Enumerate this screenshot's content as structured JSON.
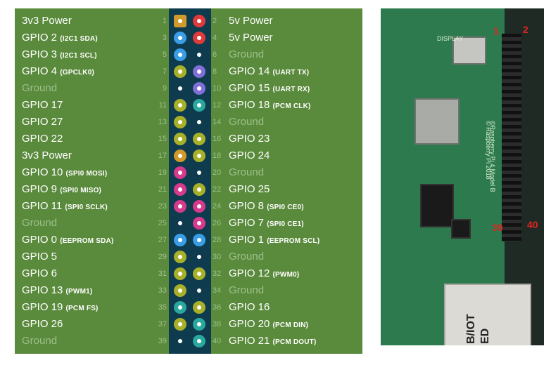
{
  "pins": [
    {
      "left": {
        "num": "1",
        "label": "3v3 Power",
        "sub": "",
        "dim": false,
        "color": "#d09a2a",
        "square": true
      },
      "right": {
        "num": "2",
        "label": "5v Power",
        "sub": "",
        "dim": false,
        "color": "#e03a3a"
      }
    },
    {
      "left": {
        "num": "3",
        "label": "GPIO 2",
        "sub": "(I2C1 SDA)",
        "dim": false,
        "color": "#3a9ee6"
      },
      "right": {
        "num": "4",
        "label": "5v Power",
        "sub": "",
        "dim": false,
        "color": "#e03a3a"
      }
    },
    {
      "left": {
        "num": "5",
        "label": "GPIO 3",
        "sub": "(I2C1 SCL)",
        "dim": false,
        "color": "#3a9ee6"
      },
      "right": {
        "num": "6",
        "label": "Ground",
        "sub": "",
        "dim": true,
        "color": "gnd"
      }
    },
    {
      "left": {
        "num": "7",
        "label": "GPIO 4",
        "sub": "(GPCLK0)",
        "dim": false,
        "color": "#a8b02a"
      },
      "right": {
        "num": "8",
        "label": "GPIO 14",
        "sub": "(UART TX)",
        "dim": false,
        "color": "#7f6fd6"
      }
    },
    {
      "left": {
        "num": "9",
        "label": "Ground",
        "sub": "",
        "dim": true,
        "color": "gnd"
      },
      "right": {
        "num": "10",
        "label": "GPIO 15",
        "sub": "(UART RX)",
        "dim": false,
        "color": "#7f6fd6"
      }
    },
    {
      "left": {
        "num": "11",
        "label": "GPIO 17",
        "sub": "",
        "dim": false,
        "color": "#a8b02a"
      },
      "right": {
        "num": "12",
        "label": "GPIO 18",
        "sub": "(PCM CLK)",
        "dim": false,
        "color": "#2aa8a0"
      }
    },
    {
      "left": {
        "num": "13",
        "label": "GPIO 27",
        "sub": "",
        "dim": false,
        "color": "#a8b02a"
      },
      "right": {
        "num": "14",
        "label": "Ground",
        "sub": "",
        "dim": true,
        "color": "gnd"
      }
    },
    {
      "left": {
        "num": "15",
        "label": "GPIO 22",
        "sub": "",
        "dim": false,
        "color": "#a8b02a"
      },
      "right": {
        "num": "16",
        "label": "GPIO 23",
        "sub": "",
        "dim": false,
        "color": "#a8b02a"
      }
    },
    {
      "left": {
        "num": "17",
        "label": "3v3 Power",
        "sub": "",
        "dim": false,
        "color": "#d09a2a"
      },
      "right": {
        "num": "18",
        "label": "GPIO 24",
        "sub": "",
        "dim": false,
        "color": "#a8b02a"
      }
    },
    {
      "left": {
        "num": "19",
        "label": "GPIO 10",
        "sub": "(SPI0 MOSI)",
        "dim": false,
        "color": "#d63a8c"
      },
      "right": {
        "num": "20",
        "label": "Ground",
        "sub": "",
        "dim": true,
        "color": "gnd"
      }
    },
    {
      "left": {
        "num": "21",
        "label": "GPIO 9",
        "sub": "(SPI0 MISO)",
        "dim": false,
        "color": "#d63a8c"
      },
      "right": {
        "num": "22",
        "label": "GPIO 25",
        "sub": "",
        "dim": false,
        "color": "#a8b02a"
      }
    },
    {
      "left": {
        "num": "23",
        "label": "GPIO 11",
        "sub": "(SPI0 SCLK)",
        "dim": false,
        "color": "#d63a8c"
      },
      "right": {
        "num": "24",
        "label": "GPIO 8",
        "sub": "(SPI0 CE0)",
        "dim": false,
        "color": "#d63a8c"
      }
    },
    {
      "left": {
        "num": "25",
        "label": "Ground",
        "sub": "",
        "dim": true,
        "color": "gnd"
      },
      "right": {
        "num": "26",
        "label": "GPIO 7",
        "sub": "(SPI0 CE1)",
        "dim": false,
        "color": "#d63a8c"
      }
    },
    {
      "left": {
        "num": "27",
        "label": "GPIO 0",
        "sub": "(EEPROM SDA)",
        "dim": false,
        "color": "#3a9ee6"
      },
      "right": {
        "num": "28",
        "label": "GPIO 1",
        "sub": "(EEPROM SCL)",
        "dim": false,
        "color": "#3a9ee6"
      }
    },
    {
      "left": {
        "num": "29",
        "label": "GPIO 5",
        "sub": "",
        "dim": false,
        "color": "#a8b02a"
      },
      "right": {
        "num": "30",
        "label": "Ground",
        "sub": "",
        "dim": true,
        "color": "gnd"
      }
    },
    {
      "left": {
        "num": "31",
        "label": "GPIO 6",
        "sub": "",
        "dim": false,
        "color": "#a8b02a"
      },
      "right": {
        "num": "32",
        "label": "GPIO 12",
        "sub": "(PWM0)",
        "dim": false,
        "color": "#a8b02a"
      }
    },
    {
      "left": {
        "num": "33",
        "label": "GPIO 13",
        "sub": "(PWM1)",
        "dim": false,
        "color": "#a8b02a"
      },
      "right": {
        "num": "34",
        "label": "Ground",
        "sub": "",
        "dim": true,
        "color": "gnd"
      }
    },
    {
      "left": {
        "num": "35",
        "label": "GPIO 19",
        "sub": "(PCM FS)",
        "dim": false,
        "color": "#2aa8a0"
      },
      "right": {
        "num": "36",
        "label": "GPIO 16",
        "sub": "",
        "dim": false,
        "color": "#a8b02a"
      }
    },
    {
      "left": {
        "num": "37",
        "label": "GPIO 26",
        "sub": "",
        "dim": false,
        "color": "#a8b02a"
      },
      "right": {
        "num": "38",
        "label": "GPIO 20",
        "sub": "(PCM DIN)",
        "dim": false,
        "color": "#2aa8a0"
      }
    },
    {
      "left": {
        "num": "39",
        "label": "Ground",
        "sub": "",
        "dim": true,
        "color": "gnd"
      },
      "right": {
        "num": "40",
        "label": "GPIO 21",
        "sub": "(PCM DOUT)",
        "dim": false,
        "color": "#2aa8a0"
      }
    }
  ],
  "photo": {
    "corner_labels": [
      "1",
      "2",
      "39",
      "40"
    ],
    "silkscreen": "©Raspberry Pi 4 Model B",
    "silkscreen_year": "© Raspberry Pi 2018",
    "display_label": "DISPLAY",
    "port_label_1": "B/IOT",
    "port_label_2": "ED"
  }
}
